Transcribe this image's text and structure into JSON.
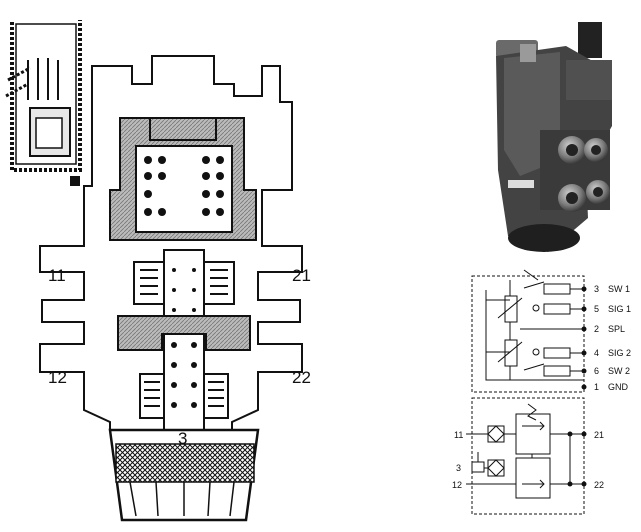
{
  "section_view": {
    "port_labels": [
      {
        "id": "11",
        "text": "11"
      },
      {
        "id": "21",
        "text": "21"
      },
      {
        "id": "12",
        "text": "12"
      },
      {
        "id": "22",
        "text": "22"
      },
      {
        "id": "3",
        "text": "3"
      }
    ]
  },
  "electrical_schematic": {
    "terminals": [
      {
        "num": "3",
        "label": "SW 1"
      },
      {
        "num": "5",
        "label": "SIG 1"
      },
      {
        "num": "2",
        "label": "SPL"
      },
      {
        "num": "4",
        "label": "SIG 2"
      },
      {
        "num": "6",
        "label": "SW 2"
      },
      {
        "num": "1",
        "label": "GND"
      }
    ]
  },
  "pneumatic_schematic": {
    "ports": {
      "p11": "11",
      "p21": "21",
      "p3": "3",
      "p12": "12",
      "p22": "22"
    }
  },
  "colors": {
    "line": "#111111",
    "grey": "#9a9a9a",
    "dark": "#555555",
    "photo_body": "#3a3a3a"
  }
}
